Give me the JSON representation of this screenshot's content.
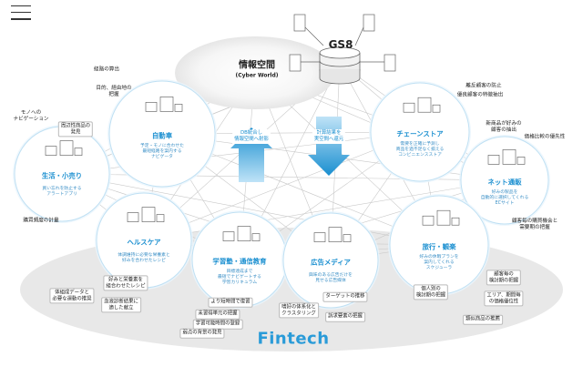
{
  "center": {
    "server_label": "GS8",
    "info_title": "情報空間",
    "info_subtitle": "(Cyber World)"
  },
  "bottom_label": "Fintech",
  "arrows": {
    "up": "DB統合し\n情報空間へ射影",
    "down": "計算結果を\n実空間へ還元"
  },
  "circles": [
    {
      "id": "car",
      "title": "自動車",
      "desc": "予定・モノに合わせた\n最短経路を案内する\nナビゲータ"
    },
    {
      "id": "chain",
      "title": "チェーンストア",
      "desc": "需要を正確に予測し\n商品を過不足なく揃える\nコンビニエンスストア"
    },
    {
      "id": "life",
      "title": "生活・小売り",
      "desc": "買い忘れを防止する\nアラートアプリ"
    },
    {
      "id": "net",
      "title": "ネット通販",
      "desc": "好みの製品を\n自動的に選択してくれる\nECサイト"
    },
    {
      "id": "health",
      "title": "ヘルスケア",
      "desc": "体調維持に必要な栄養素と\n好みを合わせたレシピ"
    },
    {
      "id": "edu",
      "title": "学習塾・通信教育",
      "desc": "目標達成まで\n最短でナビゲートする\n学習カリキュラム"
    },
    {
      "id": "ad",
      "title": "広告メディア",
      "desc": "興味のある広告だけを\n見せる広告媒体"
    },
    {
      "id": "travel",
      "title": "旅行・観楽",
      "desc": "好みの休暇プランを\n案内してくれる\nスケジューラ"
    }
  ],
  "labels": {
    "route_calc": "経路の算出",
    "dest_grasp": "目的、経由地の\n把握",
    "thing_nav": "モノへの\nナビゲーション",
    "related_product": "周辺性商品の\n発見",
    "purchase_freq": "購買頻度の計量",
    "vip_prevent": "離反顧客の防止",
    "good_customer": "優良顧客の特徴抽出",
    "new_product": "新商品が好みの\n顧客の抽出",
    "price_priority": "価格比較の優先性",
    "customer_chance": "顧客毎の購買機会と\n需要期の把握",
    "body_data": "体組成データと\n必要な運動の推奨",
    "nutrition": "好みと栄養素を\n組合わせたレシピ",
    "blood_test": "血液診断結果に\n適した献立",
    "efficient_review": "より短時間で復習",
    "weak_unit": "未習得単元の把握",
    "study_time": "学習可能時間の登録",
    "weak_point": "弱点の背景の発見",
    "interest_system": "嗜好の体系化と\nクラスタリング",
    "target_shift": "ターゲットの推移",
    "demand_grasp": "訴求要素の把握",
    "personal_review": "個人別の\n検討期の把握",
    "customer_review": "顧客毎の\n検討期の把握",
    "area_price": "エリア、期間毎\nの価格優位性",
    "related_recommend": "類似商品の推薦"
  },
  "colors": {
    "accent": "#1a8fd0",
    "circle_fill": "#ffffff",
    "ellipse": "#e6e6e6"
  }
}
